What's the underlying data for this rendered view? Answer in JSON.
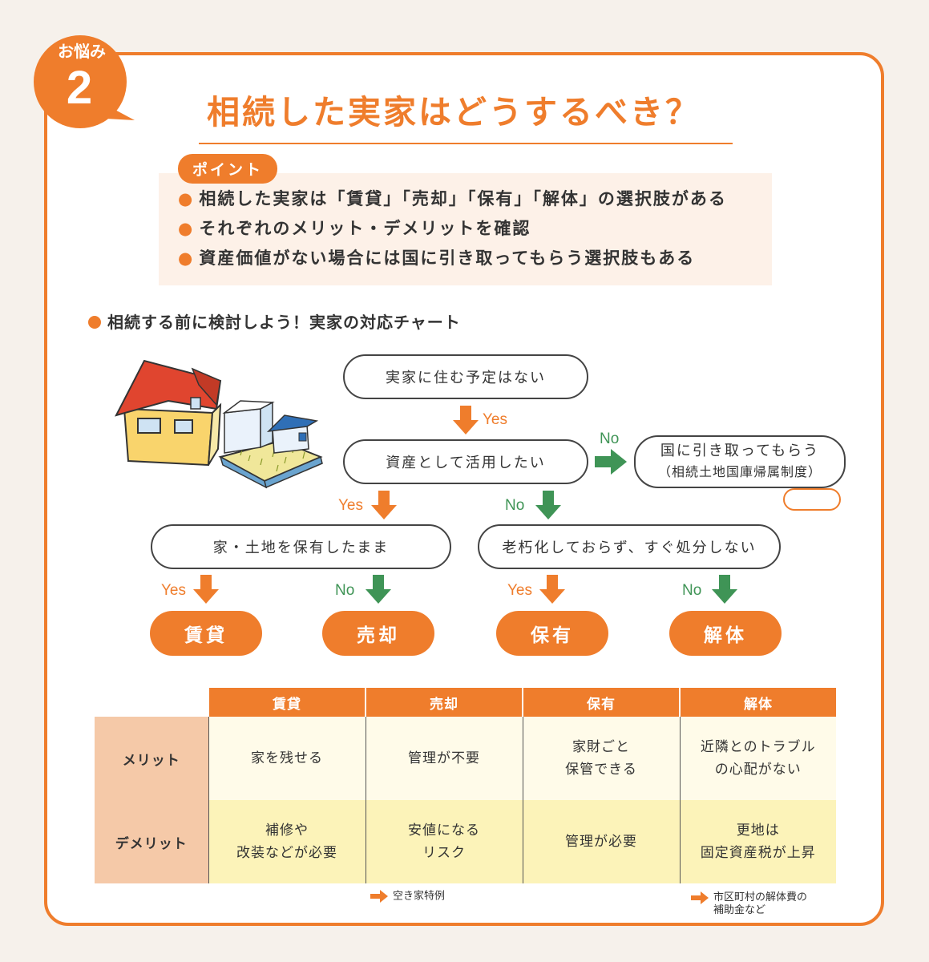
{
  "badge": {
    "label": "お悩み",
    "number": "2"
  },
  "title": "相続した実家はどうするべき？",
  "point": {
    "tag": "ポイント",
    "items": [
      "相続した実家は「賃貸」「売却」「保有」「解体」の選択肢がある",
      "それぞれのメリット・デメリットを確認",
      "資産価値がない場合には国に引き取ってもらう選択肢もある"
    ]
  },
  "section_title": "相続する前に検討しよう！実家の対応チャート",
  "flow": {
    "q1": "実家に住む予定はない",
    "q2": "資産として活用したい",
    "alt_line1": "国に引き取ってもらう",
    "alt_line2": "（相続土地国庫帰属制度）",
    "q3": "家・土地を保有したまま",
    "q4": "老朽化しておらず、すぐ処分しない",
    "yes": "Yes",
    "no": "No",
    "results": [
      "賃貸",
      "売却",
      "保有",
      "解体"
    ]
  },
  "table": {
    "headers": [
      "賃貸",
      "売却",
      "保有",
      "解体"
    ],
    "rows": [
      {
        "label": "メリット",
        "cells": [
          [
            "家を残せる"
          ],
          [
            "管理が不要"
          ],
          [
            "家財ごと",
            "保管できる"
          ],
          [
            "近隣とのトラブル",
            "の心配がない"
          ]
        ]
      },
      {
        "label": "デメリット",
        "cells": [
          [
            "補修や",
            "改装などが必要"
          ],
          [
            "安値になる",
            "リスク"
          ],
          [
            "管理が必要"
          ],
          [
            "更地は",
            "固定資産税が上昇"
          ]
        ]
      }
    ]
  },
  "notes": {
    "note1": "空き家特例",
    "note2_line1": "市区町村の解体費の",
    "note2_line2": "補助金など"
  },
  "colors": {
    "accent": "#ef7d2c",
    "no_green": "#3f9456",
    "merit_bg": "#fffbe9",
    "demerit_bg": "#fcf3b9",
    "row_header_bg": "#f5c9a8"
  }
}
